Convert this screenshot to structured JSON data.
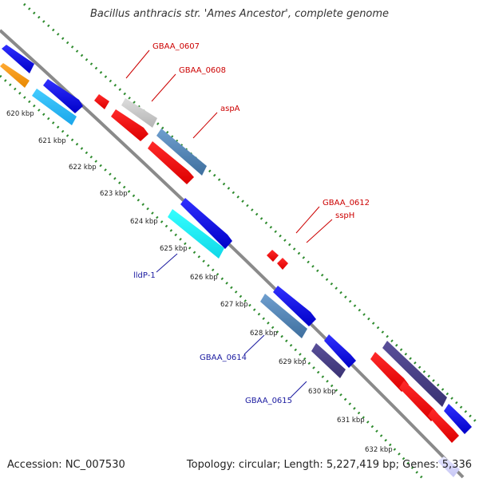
{
  "title": "Bacillus anthracis str. 'Ames Ancestor', complete genome",
  "footer": {
    "accession": "Accession: NC_007530",
    "topology": "Topology: circular; Length: 5,227,419 bp; Genes: 5,336"
  },
  "colors": {
    "backbone": "#8a8a8a",
    "dots": "#2e8b2e",
    "red_label": "#cc0000",
    "blue_label": "#1a1aa0"
  },
  "axis": {
    "ticks": [
      {
        "label": "620 kbp",
        "kbp": 620
      },
      {
        "label": "621 kbp",
        "kbp": 621
      },
      {
        "label": "622 kbp",
        "kbp": 622
      },
      {
        "label": "623 kbp",
        "kbp": 623
      },
      {
        "label": "624 kbp",
        "kbp": 624
      },
      {
        "label": "625 kbp",
        "kbp": 625
      },
      {
        "label": "626 kbp",
        "kbp": 626
      },
      {
        "label": "627 kbp",
        "kbp": 627
      },
      {
        "label": "628 kbp",
        "kbp": 628
      },
      {
        "label": "629 kbp",
        "kbp": 629
      },
      {
        "label": "630 kbp",
        "kbp": 630
      },
      {
        "label": "631 kbp",
        "kbp": 631
      },
      {
        "label": "632 kbp",
        "kbp": 632
      }
    ]
  },
  "gene_labels": [
    {
      "text": "GBAA_0607",
      "color": "red"
    },
    {
      "text": "GBAA_0608",
      "color": "red"
    },
    {
      "text": "aspA",
      "color": "red"
    },
    {
      "text": "GBAA_0612",
      "color": "red"
    },
    {
      "text": "sspH",
      "color": "red"
    },
    {
      "text": "lldP-1",
      "color": "blue"
    },
    {
      "text": "GBAA_0614",
      "color": "blue"
    },
    {
      "text": "GBAA_0615",
      "color": "blue"
    }
  ]
}
